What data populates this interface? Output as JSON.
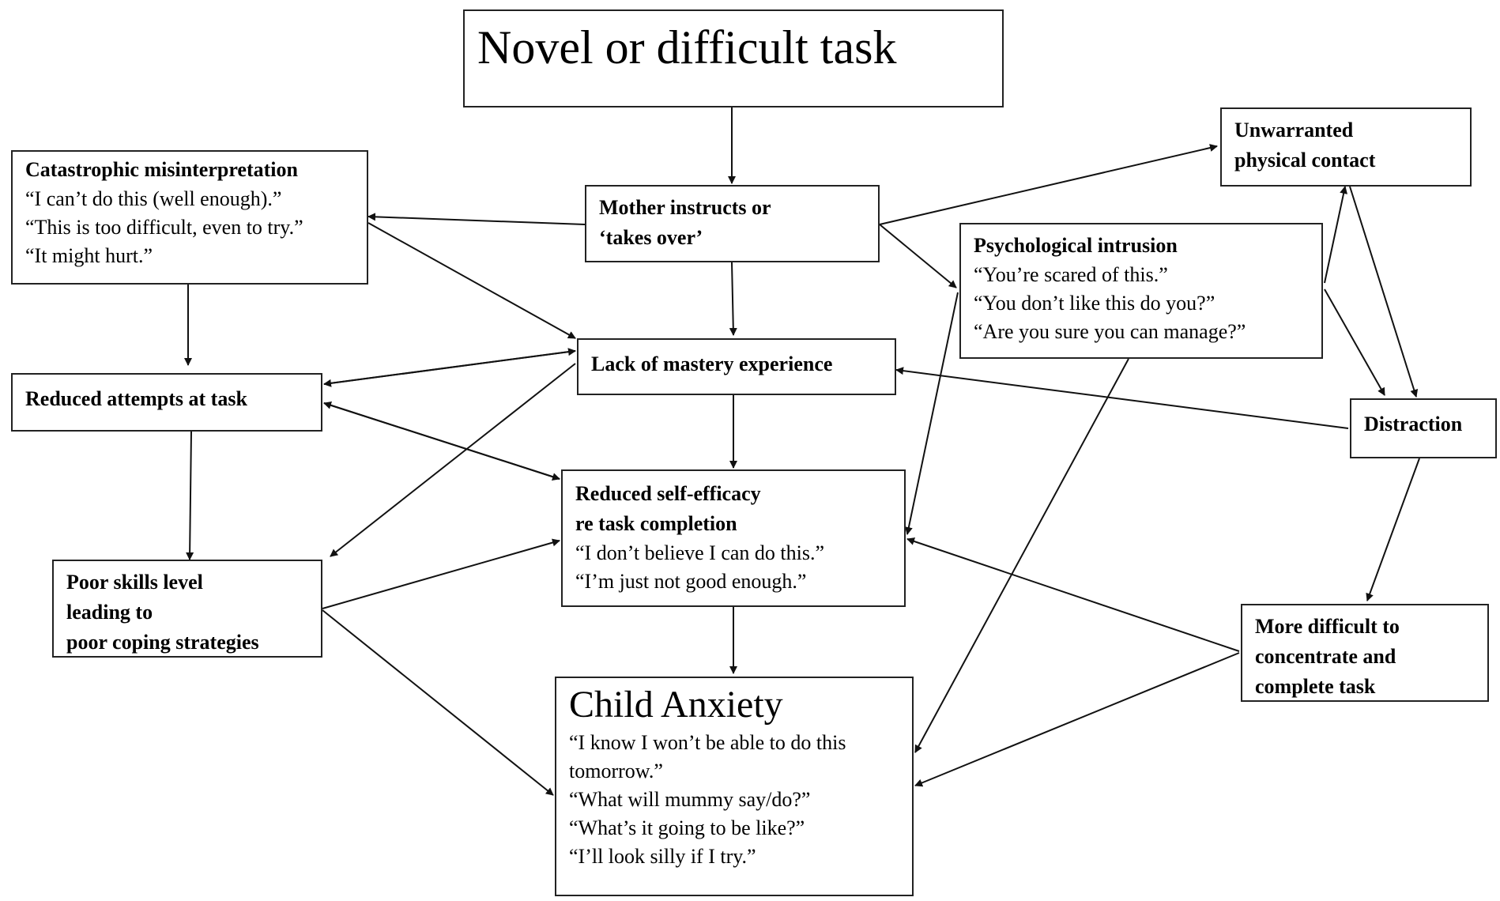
{
  "nodes": {
    "novel_task": {
      "title": "Novel or difficult task"
    },
    "catastrophic": {
      "title": "Catastrophic misinterpretation",
      "quotes": [
        "“I can’t do this (well enough).”",
        "“This is too difficult, even to try.”",
        "“It might hurt.”"
      ]
    },
    "mother": {
      "lines": [
        "Mother instructs or",
        "‘takes over’"
      ]
    },
    "unwarranted": {
      "lines": [
        "Unwarranted",
        "physical contact"
      ]
    },
    "psych": {
      "title": "Psychological intrusion",
      "quotes": [
        "“You’re scared of this.”",
        "“You don’t like this do you?”",
        "“Are you sure you can manage?”"
      ]
    },
    "mastery": {
      "title": "Lack of mastery experience"
    },
    "reduced_attempts": {
      "title": "Reduced attempts at task"
    },
    "distraction": {
      "title": "Distraction"
    },
    "self_efficacy": {
      "lines": [
        "Reduced self-efficacy",
        "re task completion"
      ],
      "quotes": [
        "“I don’t believe I can do this.”",
        "“I’m just not good enough.”"
      ]
    },
    "poor_skills": {
      "lines": [
        "Poor skills level",
        "leading to",
        "poor coping strategies"
      ]
    },
    "more_difficult": {
      "lines": [
        "More difficult to",
        "concentrate and",
        "complete task"
      ]
    },
    "child_anxiety": {
      "title": "Child Anxiety",
      "quotes": [
        "“I know I won’t be able to do this",
        "tomorrow.”",
        "“What will mummy say/do?”",
        "“What’s it going to be like?”",
        "“I’ll look silly if I try.”"
      ]
    }
  }
}
